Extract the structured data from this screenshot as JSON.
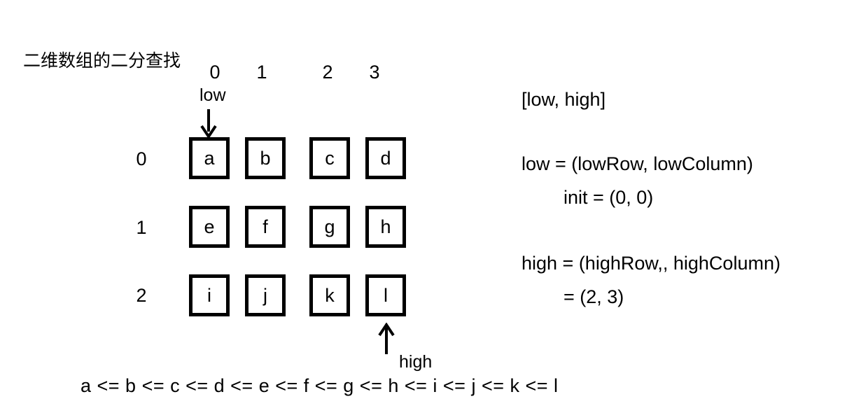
{
  "diagram": {
    "title": "二维数组的二分查找",
    "background_color": "#ffffff",
    "stroke_color": "#000000"
  },
  "grid": {
    "column_headers": [
      "0",
      "1",
      "2",
      "3"
    ],
    "row_headers": [
      "0",
      "1",
      "2"
    ],
    "rows": [
      [
        "a",
        "b",
        "c",
        "d"
      ],
      [
        "e",
        "f",
        "g",
        "h"
      ],
      [
        "i",
        "j",
        "k",
        "l"
      ]
    ]
  },
  "pointers": {
    "low": {
      "label": "low",
      "target_cell": "a",
      "direction": "down"
    },
    "high": {
      "label": "high",
      "target_cell": "l",
      "direction": "up"
    }
  },
  "notes": {
    "range": "[low, high]",
    "low_definition": "low = (lowRow, lowColumn)",
    "low_init": "init = (0, 0)",
    "high_definition": "high = (highRow,, highColumn)",
    "high_value": "=  (2, 3)"
  },
  "ordering": {
    "chain": "a <= b <= c <= d <= e <= f <= g <= h <= i <= j <= k <= l"
  }
}
